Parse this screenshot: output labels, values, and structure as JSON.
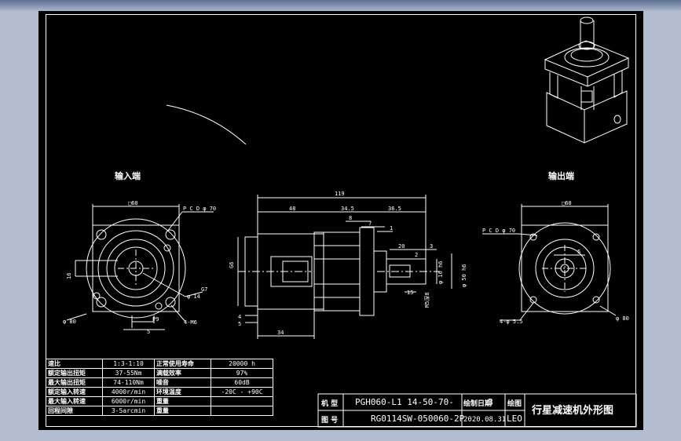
{
  "titles": {
    "input_end": "输入端",
    "output_end": "输出端"
  },
  "dims": {
    "sq60_left": "□60",
    "pcd_left": "P C D φ 70",
    "d14_left": "φ 14",
    "g7": "G7",
    "d80_left": "φ 80",
    "p9": "P9",
    "n5_left": "5",
    "m6": "4-M6",
    "d16": "16",
    "l119": "119",
    "l48": "48",
    "l345": "34.5",
    "l365": "36.5",
    "l8": "8",
    "l7": "7",
    "l1": "1",
    "l20": "20",
    "l3": "3",
    "l2": "2",
    "d50h6": "φ 50 h6",
    "d16h6": "φ 16 h6",
    "l15": "15",
    "m5": "M5深8",
    "g6": "G6",
    "l4": "4",
    "l5": "5",
    "l34": "34",
    "sq60_right": "□60",
    "pcd_right": "P C D φ 70",
    "d80_right": "φ 80",
    "holes": "4-φ 5.5",
    "l5_right": "5"
  },
  "spec_table": [
    [
      "速比",
      "1:3-1:10",
      "正常使用寿命",
      "20000 h"
    ],
    [
      "额定输出扭矩",
      "37-55Nm",
      "满载效率",
      "97%"
    ],
    [
      "最大输出扭矩",
      "74-110Nm",
      "噪音",
      "60dB"
    ],
    [
      "额定输入转速",
      "4000r/min",
      "环境温度",
      "-20C - +90C"
    ],
    [
      "最大输入转速",
      "6000r/min",
      "重量",
      ""
    ],
    [
      "回程间隙",
      "3-5arcmin",
      "重量",
      ""
    ]
  ],
  "title_block": {
    "model_label": "机 型",
    "model_value": "PGH060-L1 14-50-70-",
    "model_suffix": "B",
    "date_label": "绘制日期",
    "drawn_label": "绘图",
    "drawing_title": "行星减速机外形图",
    "number_label": "图 号",
    "number_value": "RG0114SW-050060-2P",
    "date_value": "2020.08.31",
    "drafter": "LEO"
  }
}
